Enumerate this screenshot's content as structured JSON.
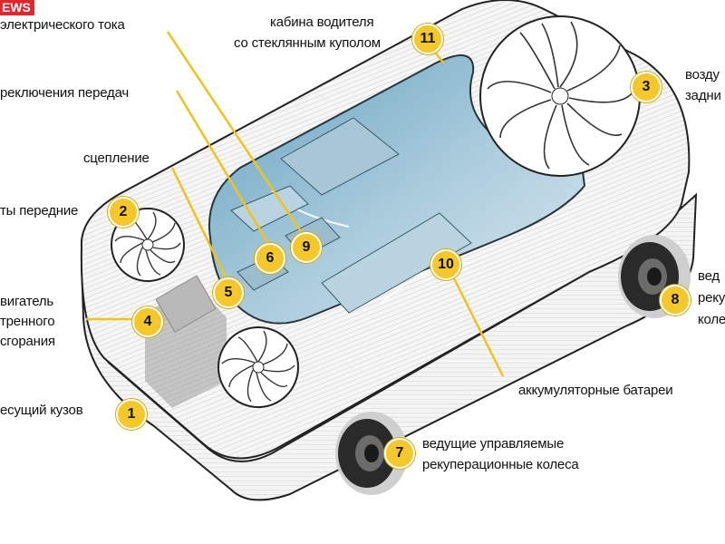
{
  "logo": "EWS",
  "colors": {
    "badge": "#f4c72a",
    "leader": "#f1c21b",
    "dome": "#7fb2cc",
    "body": "#f4f4f4",
    "logo": "#e3262b"
  },
  "labels": {
    "current": "электрического тока",
    "gear": "реключения передач",
    "clutch": "сцепление",
    "front_fans": "ты передние",
    "engine_1": "вигатель",
    "engine_2": "тренного",
    "engine_3": "сгорания",
    "body": "есущий кузов",
    "cabin_1": "кабина водителя",
    "cabin_2": "со стеклянным куполом",
    "rear_air_1": "возду",
    "rear_air_2": "задни",
    "rear_wheels_1": "вед",
    "rear_wheels_2": "рекуп",
    "rear_wheels_3": "коле",
    "batteries": "аккумуляторные батареи",
    "front_wheels_1": "ведущие управляемые",
    "front_wheels_2": "рекуперационные колеса"
  },
  "badges": [
    "1",
    "2",
    "3",
    "4",
    "5",
    "6",
    "7",
    "8",
    "9",
    "10",
    "11"
  ]
}
